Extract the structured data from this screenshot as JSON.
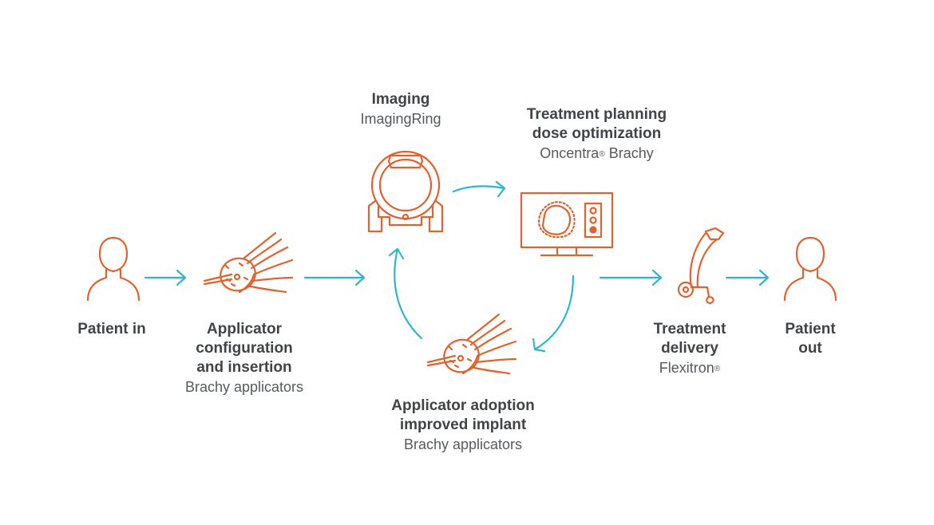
{
  "nodes": {
    "patient_in": {
      "title": "Patient in"
    },
    "applicator_config": {
      "title_lines": [
        "Applicator",
        "configuration",
        "and insertion"
      ],
      "subtitle": "Brachy applicators"
    },
    "imaging": {
      "title": "Imaging",
      "subtitle": "ImagingRing"
    },
    "planning": {
      "title_lines": [
        "Treatment planning",
        "dose optimization"
      ],
      "subtitle_name": "Oncentra",
      "subtitle_mark": "®",
      "subtitle_rest": " Brachy"
    },
    "adoption": {
      "title_lines": [
        "Applicator adoption",
        "improved implant"
      ],
      "subtitle": "Brachy applicators"
    },
    "delivery": {
      "title_lines": [
        "Treatment",
        "delivery"
      ],
      "subtitle_name": "Flexitron",
      "subtitle_mark": "®"
    },
    "patient_out": {
      "title_lines": [
        "Patient",
        "out"
      ]
    }
  },
  "colors": {
    "icon": "#e0622e",
    "arrow": "#2eb6cf",
    "text": "#3f4449"
  },
  "icons": [
    "person-icon",
    "applicator-icon",
    "imaging-ring-icon",
    "monitor-icon",
    "afterloader-icon",
    "person-icon"
  ]
}
